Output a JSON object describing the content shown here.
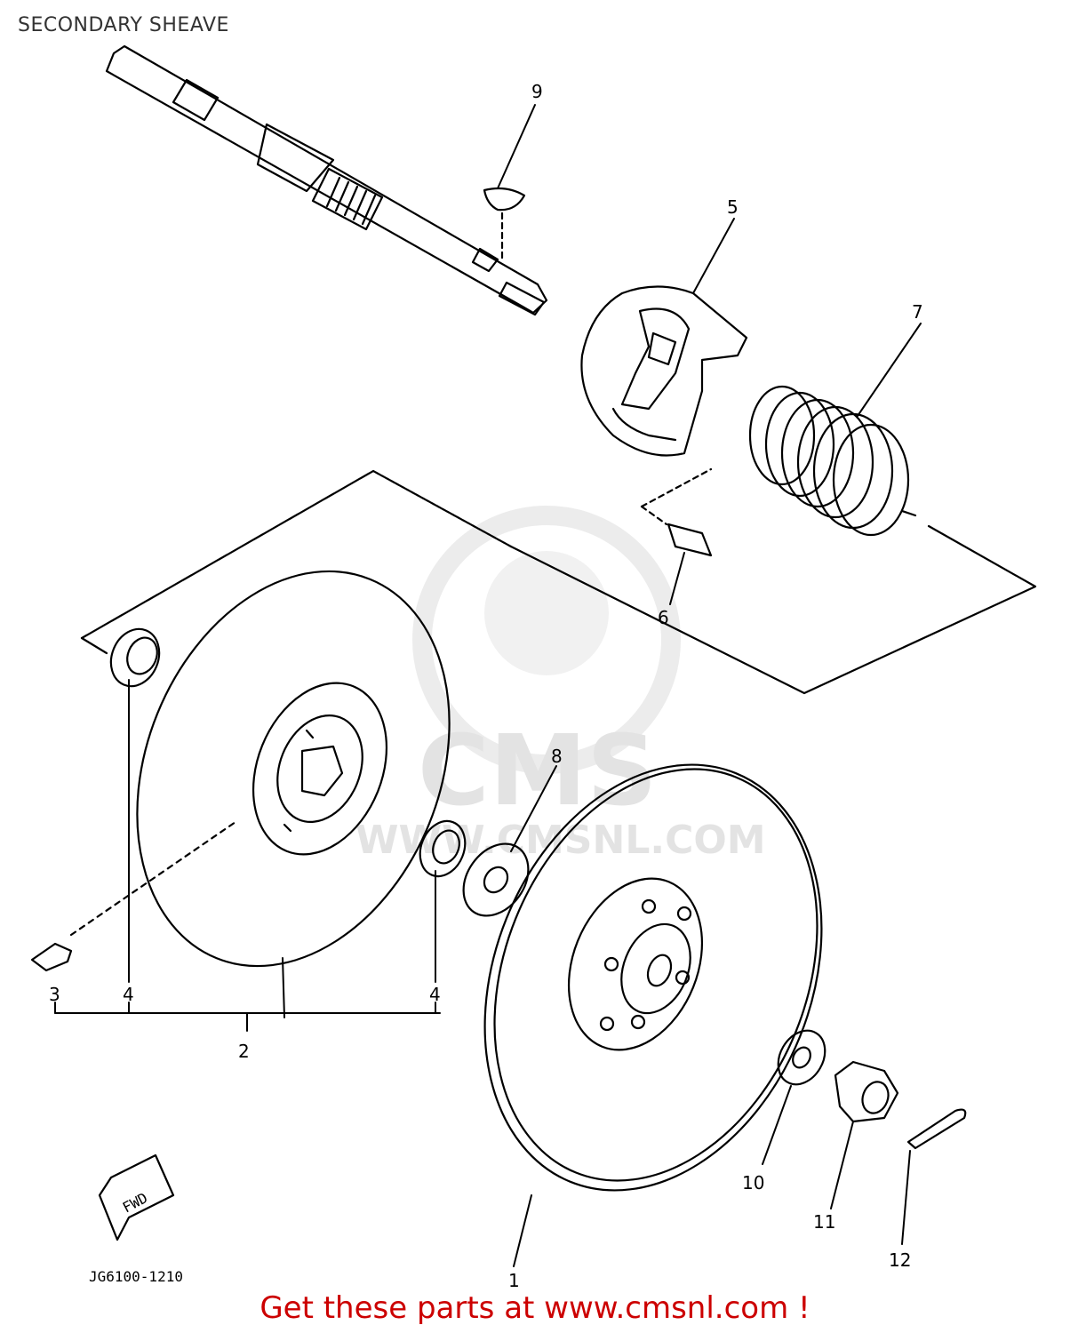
{
  "title": "SECONDARY SHEAVE",
  "watermark": {
    "brand": "CMS",
    "url": "WWW.CMSNL.COM"
  },
  "diagram": {
    "drawing_code": "JG6100-1210",
    "direction_marker": "FWD",
    "callouts": [
      "1",
      "2",
      "3",
      "4",
      "4",
      "5",
      "6",
      "7",
      "8",
      "9",
      "10",
      "11",
      "12"
    ]
  },
  "footer": {
    "text": "Get these parts at www.cmsnl.com !",
    "color": "#cc0000"
  },
  "colors": {
    "line": "#000000",
    "watermark": "#e3e3e3"
  }
}
